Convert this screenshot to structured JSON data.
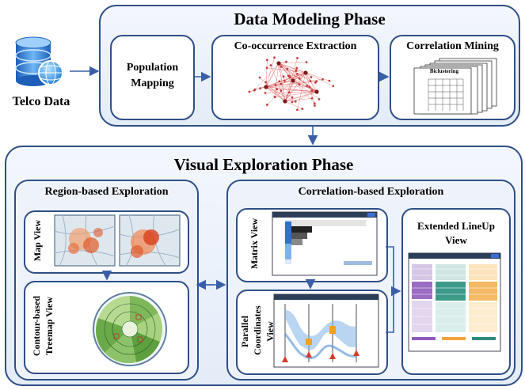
{
  "source": {
    "label": "Telco Data"
  },
  "modeling": {
    "title": "Data Modeling Phase",
    "population": {
      "line1": "Population",
      "line2": "Mapping"
    },
    "cooccurrence": {
      "title": "Co-occurrence Extraction"
    },
    "correlation": {
      "title": "Correlation Mining",
      "card_title": "Biclustering"
    }
  },
  "visual": {
    "title": "Visual Exploration Phase",
    "region": {
      "title": "Region-based Exploration",
      "map_label": "Map View",
      "treemap_line1": "Contour-based",
      "treemap_line2": "Treemap View"
    },
    "correlation": {
      "title": "Correlation-based Exploration",
      "matrix_label": "Matrix View",
      "parallel_line1": "Parallel",
      "parallel_line2": "Coordinates",
      "parallel_line3": "View",
      "lineup_line1": "Extended LineUp",
      "lineup_line2": "View"
    }
  },
  "colors": {
    "frame": "#2e4f86",
    "arrow": "#3b5ea8",
    "graph_edge": "#e06a6a",
    "graph_node": "#c43a3a",
    "database": "#3f8fe0"
  }
}
